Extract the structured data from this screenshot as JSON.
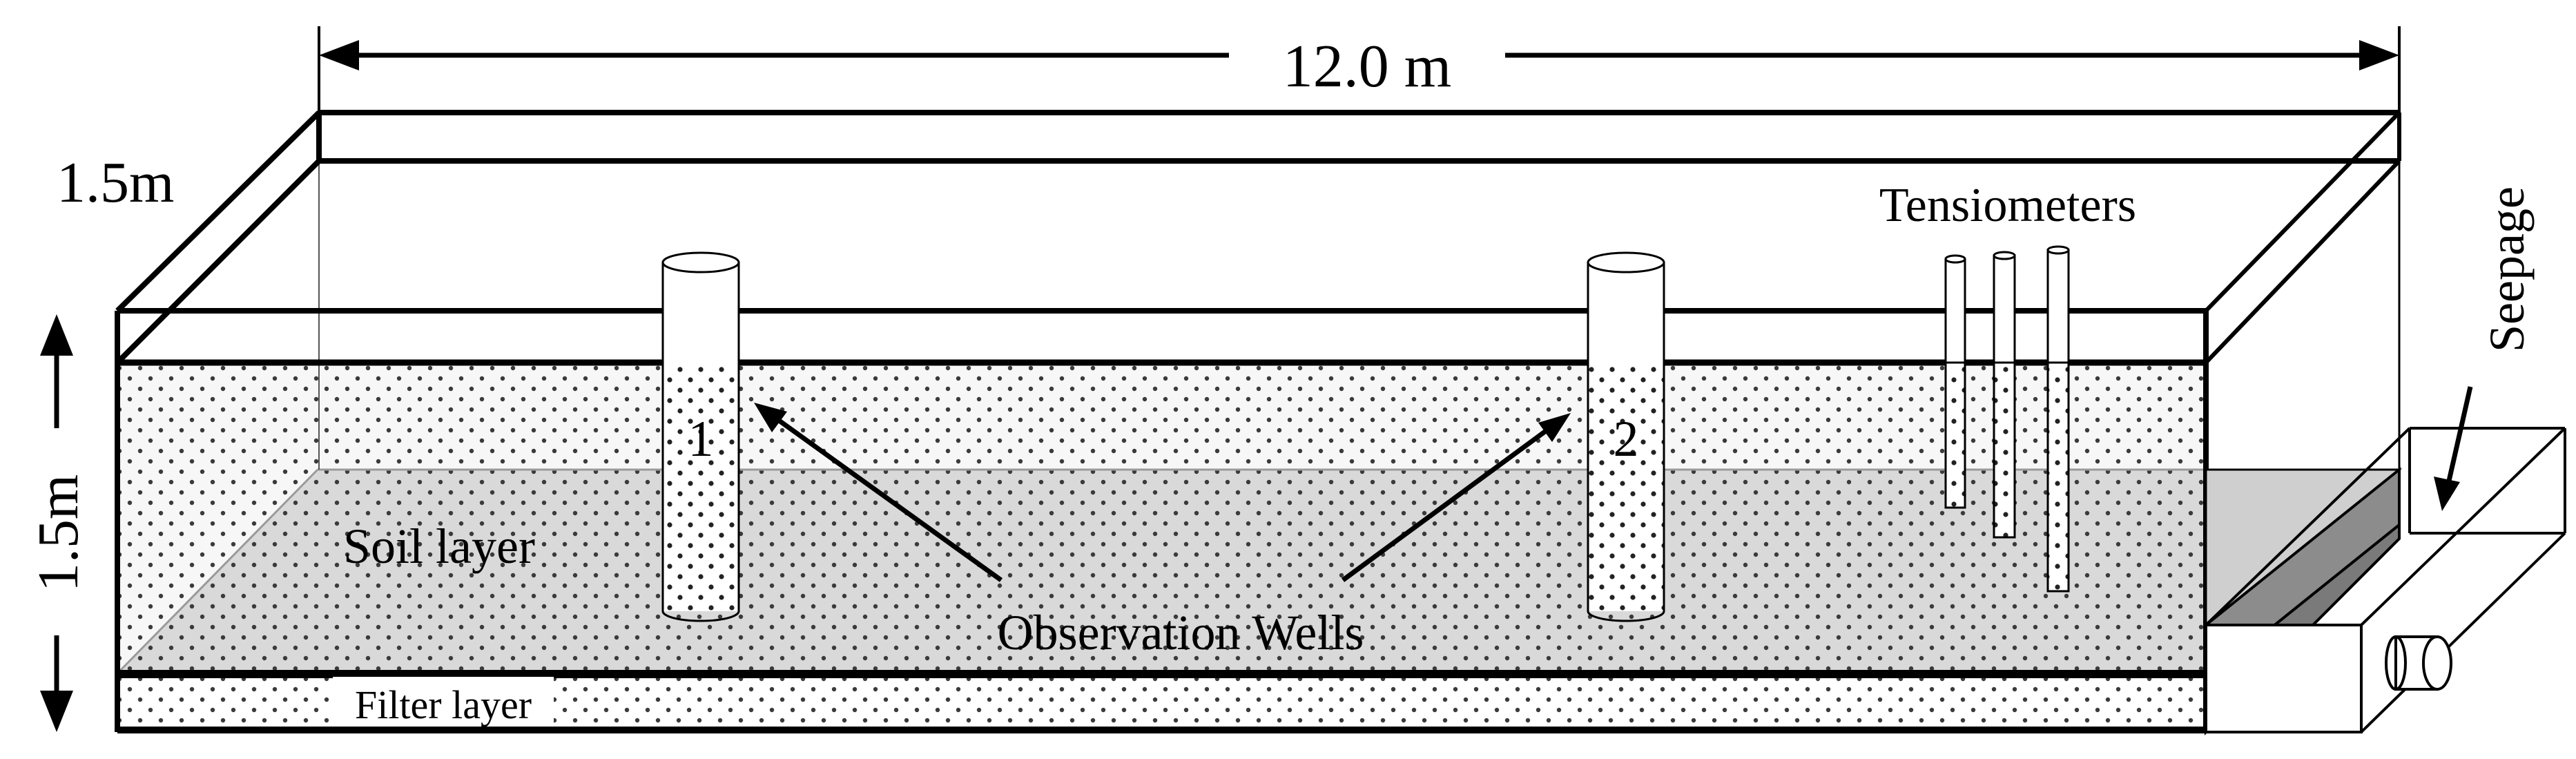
{
  "labels": {
    "length": "12.0 m",
    "depth_dim": "1.5m",
    "height_dim": "1.5m",
    "tensiometers": "Tensiometers",
    "seepage": "Seepage",
    "soil_layer": "Soil layer",
    "observation_wells": "Observation Wells",
    "filter_layer": "Filter layer",
    "well_1": "1",
    "well_2": "2"
  },
  "colors": {
    "line": "#000000",
    "soil_top": "#f3f3f3",
    "soil_bottom": "#d9d9d9",
    "side_panel": "#b3b3b3",
    "drain_top": "#8c8c8c",
    "dots": "#3a3a3a"
  }
}
